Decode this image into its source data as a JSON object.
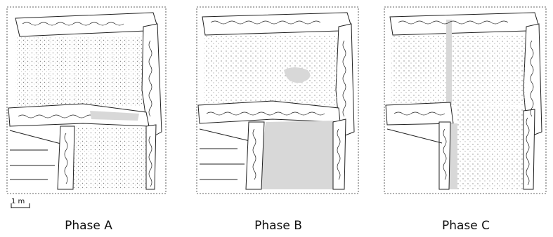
{
  "phases": [
    {
      "label": "Phase A"
    },
    {
      "label": "Phase B"
    },
    {
      "label": "Phase C"
    }
  ],
  "scale_bar": {
    "label": "1 m"
  },
  "colors": {
    "stone_stroke": "#222222",
    "dot": "#777777",
    "highlight": "#d8d8d8"
  }
}
